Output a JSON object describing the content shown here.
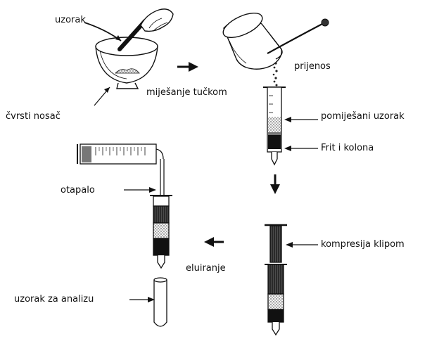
{
  "labels": {
    "uzorak": "uzorak",
    "cvrsti_nosac": "čvrsti nosač",
    "mijesanje": "miješanje tučkom",
    "prijenos": "prijenos",
    "pomijesani_uzorak": "pomiješani uzorak",
    "frit_kolona": "Frit i kolona",
    "otapalo": "otapalo",
    "kompresija": "kompresija klipom",
    "eluiranje": "eluiranje",
    "uzorak_analiza": "uzorak za analizu"
  },
  "colors": {
    "ink": "#111111",
    "dark_fill": "#1e1e1e",
    "mid_fill": "#555555",
    "light_fill": "#e8e8e8"
  }
}
